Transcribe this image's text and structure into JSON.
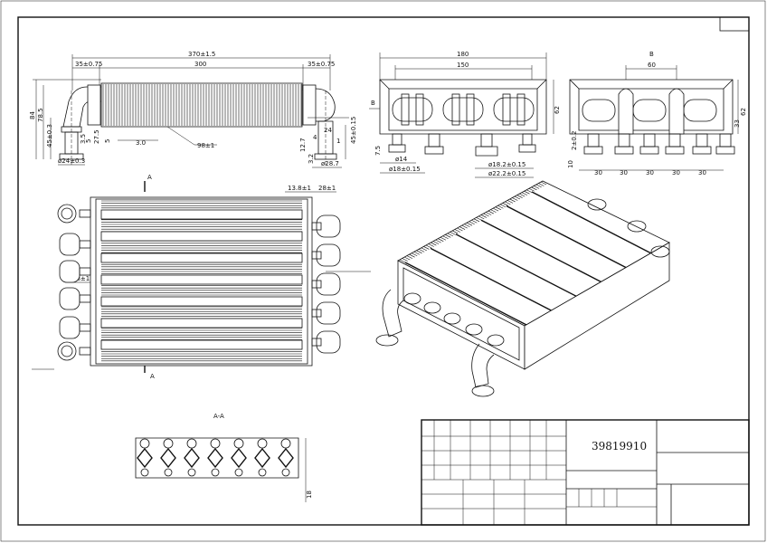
{
  "drawing": {
    "part_number": "39819910",
    "section_label": "A-A",
    "view_b_label": "B"
  },
  "top_view": {
    "overall_len": "370±1.5",
    "left_offset": "35±0.75",
    "center_len": "300",
    "right_offset": "35±0.75",
    "fin_len": "98±1",
    "pipe_spacing": "3.0",
    "height_84": "84",
    "dim_78": "78.5",
    "dim_45a": "45±0.3",
    "dim_45b": "45±0.15",
    "dim_27": "27.5",
    "dim_5": "5",
    "dim_35": "3.5",
    "dim_24a": "24",
    "dim_1": "1",
    "dim_127": "12.7",
    "dim_32": "3.2",
    "dim_4": "4",
    "phi_24": "ø24±0.3",
    "phi_28": "ø28.7"
  },
  "front_view": {
    "width_180": "180",
    "width_150": "150",
    "height_62": "62",
    "phi_14": "ø14",
    "phi_18": "ø18±0.15",
    "phi_18b": "ø18.2±0.15",
    "phi_22": "ø22.2±0.15",
    "dim_75": "7.5"
  },
  "side_view": {
    "dim_60": "60",
    "dim_2": "2±0.2",
    "dim_10": "10",
    "height_62": "62",
    "height_33": "33",
    "spacing": [
      "30",
      "30",
      "30",
      "30",
      "30"
    ]
  },
  "face_view": {
    "dim_138": "13.8±1",
    "dim_28a": "28±1",
    "dim_28b": "28±1",
    "section_mark": "A"
  },
  "section_view": {
    "dim_height": "18"
  }
}
